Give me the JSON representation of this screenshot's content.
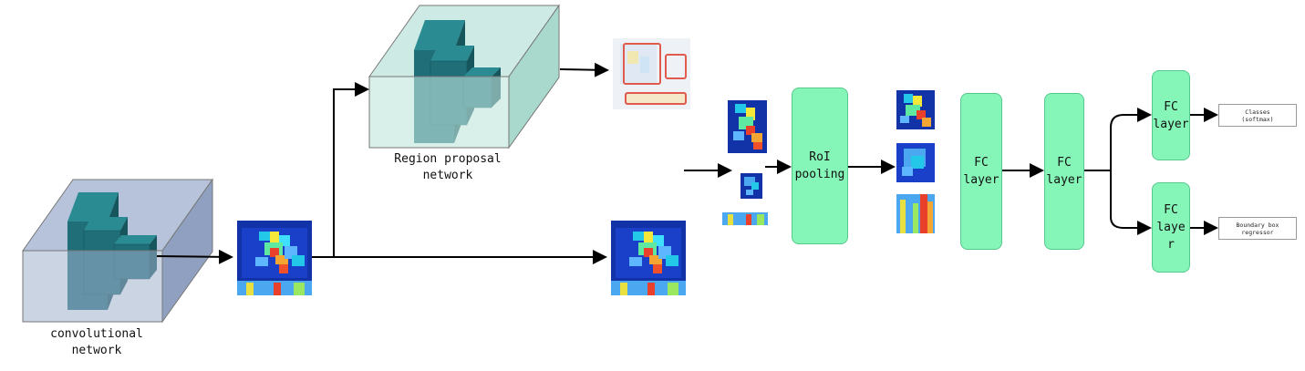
{
  "labels": {
    "conv_network": "convolutional\nnetwork",
    "rpn": "Region proposal\nnetwork"
  },
  "boxes": {
    "roi_pooling": "RoI\npooling",
    "fc1": "FC\nlayer",
    "fc2": "FC\nlayer",
    "fc_classes": "FC\nlayer",
    "fc_regressor": "FC\nlaye\nr"
  },
  "outputs": {
    "classes": "Classes\n(softmax)",
    "regressor": "Boundary box\nregressor"
  },
  "colors": {
    "fc_green": "#86f6b8",
    "conv_block": "#1f6e78",
    "conv_volume": "#9fb0cc",
    "rpn_volume": "#bfe4dc",
    "proposal_box": "#e05a4e"
  }
}
